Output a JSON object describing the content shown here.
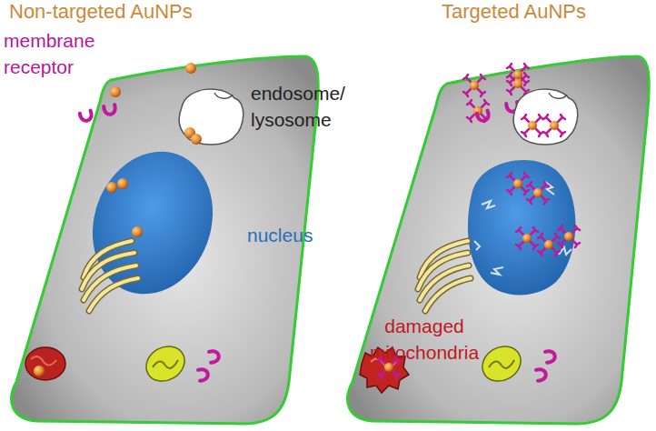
{
  "diagram": {
    "nodes": [
      {
        "text": [
          "Non-targeted AuNPs"
        ]
      },
      {
        "text": [
          "Targeted AuNPs"
        ]
      }
    ],
    "labels": [
      "membrane receptor",
      "endosome/ lysosome",
      "nucleus",
      "damaged mitochondria"
    ]
  }
}
